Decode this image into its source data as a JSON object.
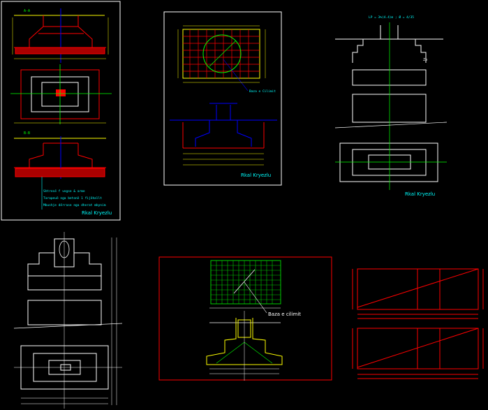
{
  "labels": {
    "section_a": "A-A",
    "section_b": "B-B",
    "note_1": "Shtresë f vogse & arme",
    "note_2": "Tarapeuë nga betonë 1 fijëhallt",
    "note_3": "Mbushje dërrase nga dherat mbynim",
    "author_1": "Rkal Kryezlu",
    "author_2": "Rkal Kryezlu",
    "author_3": "Rkal Kryezlu",
    "baza_1": "Baza e Cilimit",
    "baza_2": "Baza e cilimit",
    "top_formula": "LP = 3%(4.4)m  ; Ø = 4/35",
    "zp": "Zp"
  },
  "colors": {
    "background": "#000000",
    "frame": "#ffffff",
    "concrete": "#ff0000",
    "rebar": "#ffff00",
    "dimension": "#00ff00",
    "center": "#0000ff",
    "mesh_green": "#00cc00",
    "text": "#00ccff",
    "soil_hatch": "#ff0000"
  }
}
